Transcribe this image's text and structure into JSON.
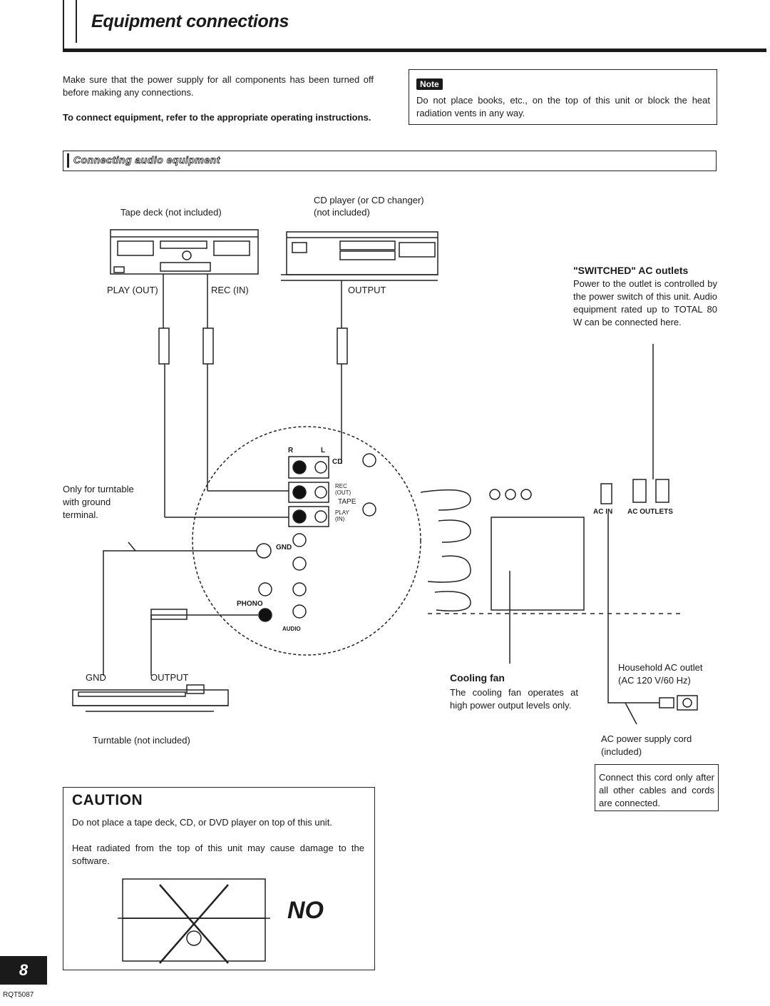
{
  "page": {
    "title": "Equipment connections",
    "intro": "Make sure that the power supply for all components has been turned off before making any connections.",
    "instruction": "To connect equipment, refer to the appropriate operating instructions.",
    "note_badge": "Note",
    "note_text": "Do not place books, etc., on the top of this unit or block the heat radiation vents in any way.",
    "section_title": "Connecting audio equipment",
    "page_number": "8",
    "doc_code": "RQT5087"
  },
  "diagram": {
    "tape_deck_label": "Tape deck (not included)",
    "cd_player_label_1": "CD player (or CD changer)",
    "cd_player_label_2": "(not included)",
    "play_out": "PLAY (OUT)",
    "rec_in": "REC (IN)",
    "output": "OUTPUT",
    "switched_title": "\"SWITCHED\" AC outlets",
    "switched_text": "Power to the outlet is controlled by the power switch of this unit. Audio equipment rated up to TOTAL 80 W can be connected here.",
    "turntable_note_1": "Only for turntable",
    "turntable_note_2": "with ground",
    "turntable_note_3": "terminal.",
    "jack_r": "R",
    "jack_l": "L",
    "cd": "CD",
    "tape": "TAPE",
    "rec_out": "REC (OUT)",
    "play_in": "PLAY (IN)",
    "gnd_panel": "GND",
    "phono": "PHONO",
    "audio": "AUDIO",
    "ac_in": "AC IN",
    "ac_outlets": "AC OUTLETS",
    "gnd": "GND",
    "turntable_output": "OUTPUT",
    "turntable_label": "Turntable (not included)",
    "cooling_title": "Cooling fan",
    "cooling_text": "The cooling fan operates at high power output levels only.",
    "household_1": "Household AC outlet",
    "household_2": "(AC 120 V/60 Hz)",
    "cord_1": "AC power supply cord",
    "cord_2": "(included)",
    "connect_note": "Connect this cord only after all other cables and cords are connected."
  },
  "caution": {
    "title": "CAUTION",
    "text_1": "Do not place a tape deck, CD, or DVD player on top of this unit.",
    "text_2": "Heat radiated from the top of this unit may cause damage to the software.",
    "no_label": "NO"
  }
}
